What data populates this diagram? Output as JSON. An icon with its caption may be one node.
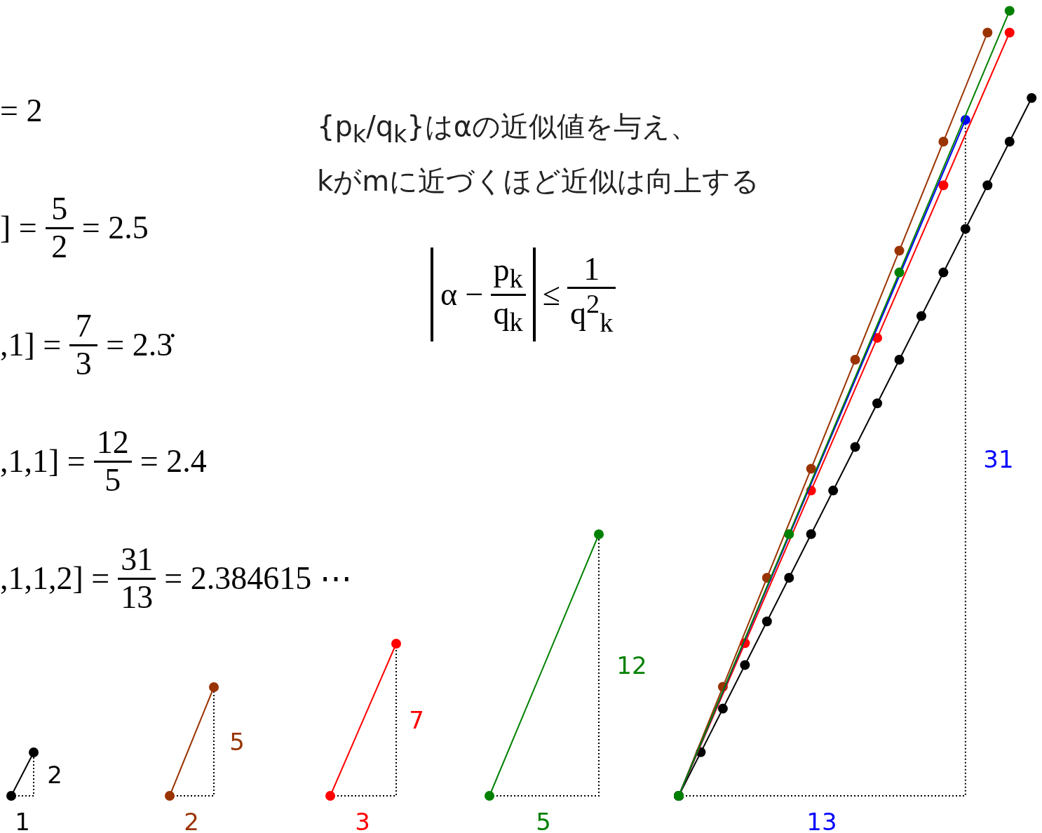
{
  "diagram": {
    "labels": [
      "= 2",
      "{p$_{k}$/q$_{k}$}はαの近似値を与え、",
      "kがmに近づくほど近似は向上する",
      "] =",
      "5",
      "2",
      "= 2.5",
      "α −",
      "p$_{k}$",
      "q$_{k}$",
      "≤",
      "1",
      "q$^{2}$$_{k}$",
      ",1] =",
      "7",
      "3",
      "= 2.3̇",
      ",1,1] =",
      "12",
      "5",
      "= 2.4",
      ",1,1,2] =",
      "31",
      "13",
      "= 2.384615 ⋯",
      "2",
      "1",
      "5",
      "2",
      "7",
      "3",
      "12",
      "5",
      "31",
      "13"
    ]
  }
}
